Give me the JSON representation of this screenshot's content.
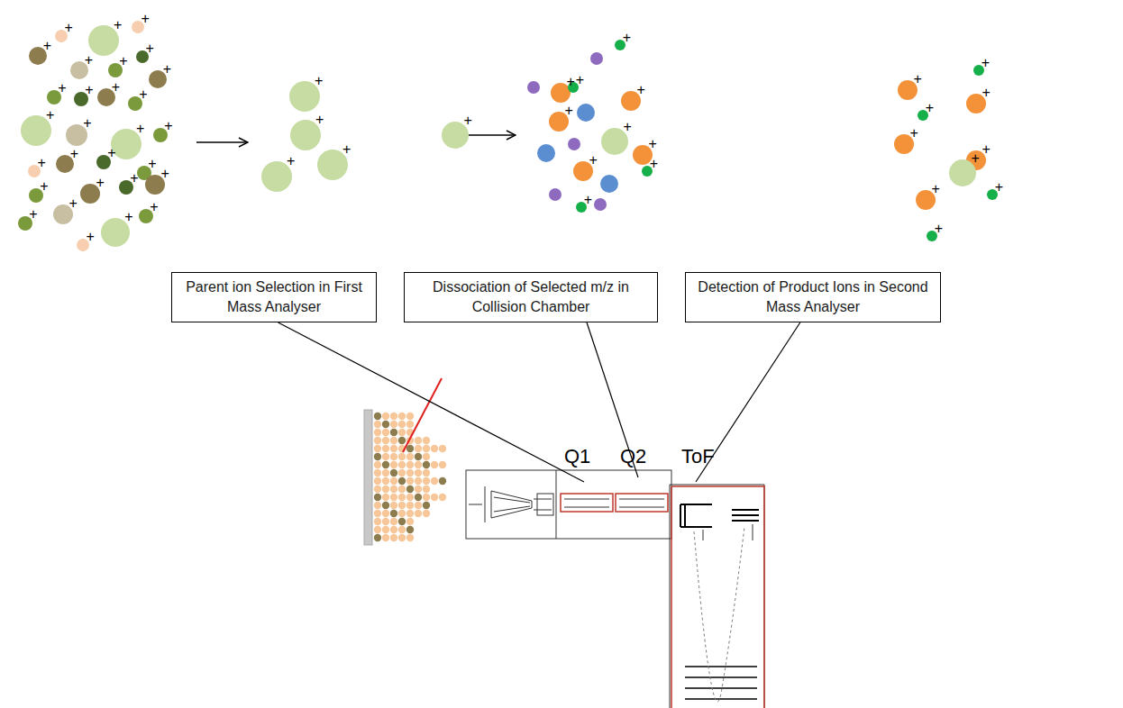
{
  "diagram": {
    "nodes": [
      {
        "text": [
          "Parent ion Selection in First Mass Analyser"
        ]
      },
      {
        "text": [
          "Dissociation of Selected m/z in Collision Chamber"
        ]
      },
      {
        "text": [
          "Detection of Product Ions in Second Mass Analyser"
        ]
      }
    ],
    "labels": [
      "+",
      "+",
      "+",
      "+",
      "+",
      "+",
      "+",
      "+",
      "+",
      "+",
      "+",
      "+",
      "+",
      "+",
      "+",
      "+",
      "+",
      "+",
      "+",
      "+",
      "+",
      "+",
      "+",
      "+",
      "+",
      "+",
      "+",
      "+",
      "+",
      "+",
      "+",
      "+",
      "+",
      "+",
      "+",
      "+",
      "+",
      "+",
      "+",
      "+",
      "+",
      "+",
      "+",
      "+",
      "+",
      "+",
      "+",
      "+",
      "+",
      "+",
      "+",
      "+",
      "+",
      "+",
      "Q1",
      "Q2",
      "ToF"
    ]
  }
}
